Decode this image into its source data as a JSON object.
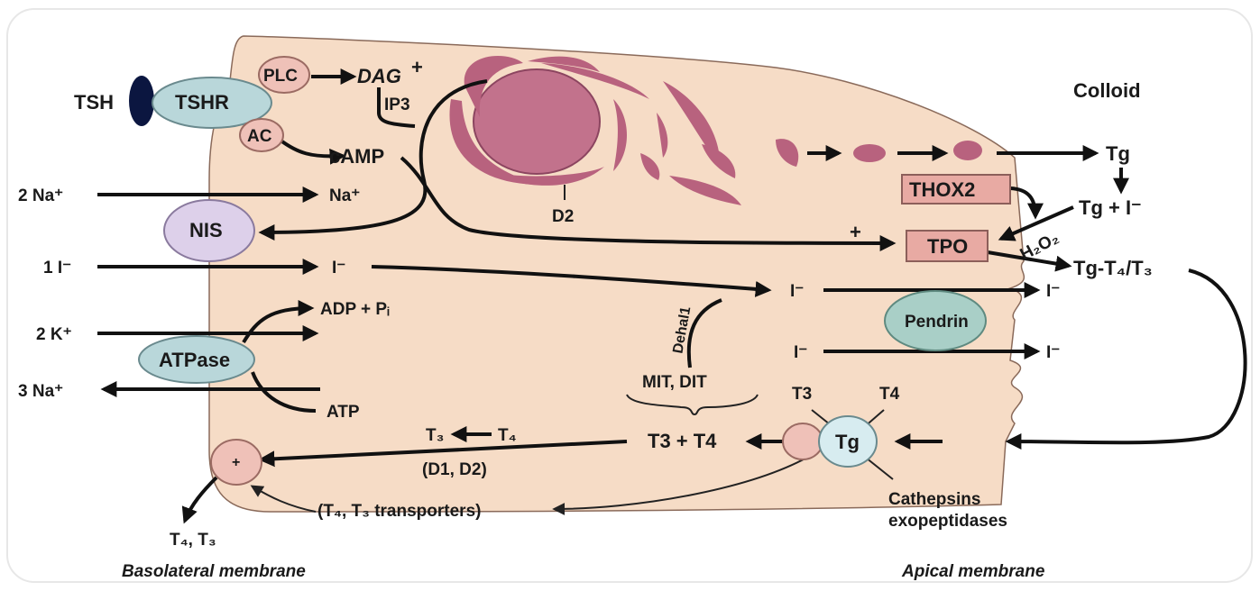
{
  "colors": {
    "cytoplasm": "#f6dcc6",
    "organelle": "#b8627e",
    "nucleus": "#c2728c",
    "pump": "#b9d7da",
    "nis": "#ddd0ea",
    "plc": "#efc1b8",
    "box": "#e8aaa3",
    "tg_circle": "#d7ecf0",
    "pendrin": "#a9cfc7"
  },
  "labels": {
    "tsh": "TSH",
    "tshr": "TSHR",
    "plc": "PLC",
    "dag": "DAG",
    "plus_dag": "+",
    "ip3": "IP3",
    "ac": "AC",
    "camp": "cAMP",
    "colloid": "Colloid",
    "tg_out": "Tg",
    "thox2": "THOX2",
    "tg_i": "Tg + I⁻",
    "h2o2": "H₂O₂",
    "tpo": "TPO",
    "plus_tpo": "+",
    "tg_t4t3": "Tg-T₄/T₃",
    "d2": "D2",
    "na_in_left": "2 Na⁺",
    "na_in_right": "Na⁺",
    "nis": "NIS",
    "i_in_left": "1 I⁻",
    "i_in_right": "I⁻",
    "adp": "ADP + Pᵢ",
    "k_in": "2 K⁺",
    "atpase": "ATPase",
    "na_out": "3 Na⁺",
    "atp": "ATP",
    "dehal": "Dehal1",
    "mit_dit": "MIT, DIT",
    "i_mid": "I⁻",
    "i_mid_right": "I⁻",
    "pendrin": "Pendrin",
    "i_low": "I⁻",
    "i_low_right": "I⁻",
    "t3_top": "T3",
    "t4_top": "T4",
    "tg_circle": "Tg",
    "t3_t4": "T3 + T4",
    "t3_small": "T₃",
    "t4_small": "T₄",
    "d1d2": "(D1, D2)",
    "transporters": "(T₄, T₃ transporters)",
    "plus_transporter": "+",
    "t4t3_out": "T₄, T₃",
    "cathepsins": "Cathepsins",
    "exopeptidases": "exopeptidases",
    "basolateral": "Basolateral membrane",
    "apical": "Apical membrane"
  }
}
